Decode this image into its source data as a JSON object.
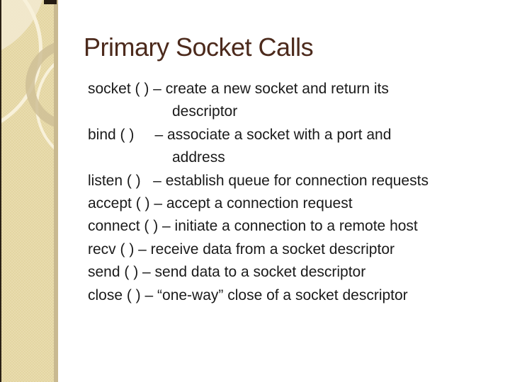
{
  "slide": {
    "title": "Primary Socket Calls",
    "body": {
      "lines": [
        {
          "text": "socket ( ) – create a new socket and return its",
          "indent": 0
        },
        {
          "text": "descriptor",
          "indent": 119
        },
        {
          "text": "bind ( )     – associate a socket with a port and",
          "indent": 0
        },
        {
          "text": "address",
          "indent": 119
        },
        {
          "text": "listen ( )   – establish queue for connection requests",
          "indent": 0
        },
        {
          "text": "accept ( ) – accept a connection request",
          "indent": 0
        },
        {
          "text": "connect ( ) – initiate a connection to a remote host",
          "indent": 0
        },
        {
          "text": "recv ( ) – receive data from a socket descriptor",
          "indent": 0
        },
        {
          "text": "send ( ) – send data to a socket descriptor",
          "indent": 0
        },
        {
          "text": "close ( ) – “one-way” close of a socket descriptor",
          "indent": 0
        }
      ]
    },
    "colors": {
      "title": "#4c2a1c",
      "body_text": "#1a1a1a",
      "background": "#ffffff",
      "sidebar_fill": "#e9dcae",
      "sidebar_fill_alt": "#e3d5a2",
      "light_circle": "#f2e9cf",
      "ring_cream": "#f8f1da",
      "ring_tan": "#cfc096",
      "left_border": "#2a2014",
      "right_border": "#c9b990",
      "corner_square": "#241b12"
    }
  }
}
